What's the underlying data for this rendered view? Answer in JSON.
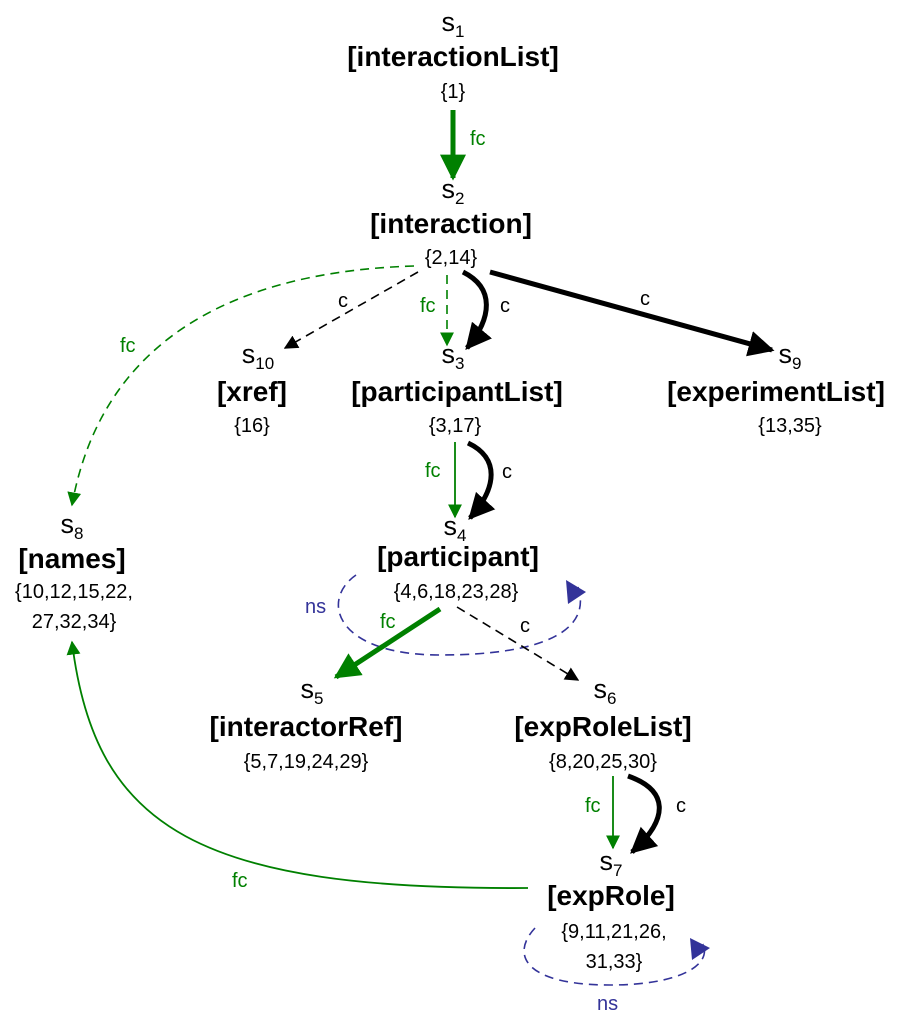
{
  "colors": {
    "fc": "#008000",
    "c": "#000000",
    "ns": "#333399"
  },
  "nodes": [
    {
      "id": "s1",
      "state": "s",
      "index": "1",
      "label": "[interactionList]",
      "set": "{1}"
    },
    {
      "id": "s2",
      "state": "s",
      "index": "2",
      "label": "[interaction]",
      "set": "{2,14}"
    },
    {
      "id": "s3",
      "state": "s",
      "index": "3",
      "label": "[participantList]",
      "set": "{3,17}"
    },
    {
      "id": "s4",
      "state": "s",
      "index": "4",
      "label": "[participant]",
      "set": "{4,6,18,23,28}"
    },
    {
      "id": "s5",
      "state": "s",
      "index": "5",
      "label": "[interactorRef]",
      "set": "{5,7,19,24,29}"
    },
    {
      "id": "s6",
      "state": "s",
      "index": "6",
      "label": "[expRoleList]",
      "set": "{8,20,25,30}"
    },
    {
      "id": "s7",
      "state": "s",
      "index": "7",
      "label": "[expRole]",
      "set_lines": [
        "{9,11,21,26,",
        "31,33}"
      ]
    },
    {
      "id": "s8",
      "state": "s",
      "index": "8",
      "label": "[names]",
      "set_lines": [
        "{10,12,15,22,",
        "27,32,34}"
      ]
    },
    {
      "id": "s9",
      "state": "s",
      "index": "9",
      "label": "[experimentList]",
      "set": "{13,35}"
    },
    {
      "id": "s10",
      "state": "s",
      "index": "10",
      "label": "[xref]",
      "set": "{16}"
    }
  ],
  "edges": [
    {
      "id": "e1",
      "from": "s1",
      "to": "s2",
      "label": "fc",
      "color": "#008000",
      "style": "solid",
      "weight": "heavy"
    },
    {
      "id": "e2",
      "from": "s2",
      "to": "s10",
      "label": "c",
      "color": "#000000",
      "style": "dashed",
      "weight": "thin"
    },
    {
      "id": "e3",
      "from": "s2",
      "to": "s3",
      "label": "fc",
      "color": "#008000",
      "style": "dashed",
      "weight": "thin"
    },
    {
      "id": "e4",
      "from": "s2",
      "to": "s3",
      "label": "c",
      "color": "#000000",
      "style": "solid",
      "weight": "heavy"
    },
    {
      "id": "e5",
      "from": "s2",
      "to": "s9",
      "label": "c",
      "color": "#000000",
      "style": "solid",
      "weight": "heavy"
    },
    {
      "id": "e6",
      "from": "s2",
      "to": "s8",
      "label": "fc",
      "color": "#008000",
      "style": "dashed",
      "weight": "thin"
    },
    {
      "id": "e7",
      "from": "s3",
      "to": "s4",
      "label": "fc",
      "color": "#008000",
      "style": "solid",
      "weight": "thin"
    },
    {
      "id": "e8",
      "from": "s3",
      "to": "s4",
      "label": "c",
      "color": "#000000",
      "style": "solid",
      "weight": "heavy"
    },
    {
      "id": "e9",
      "from": "s4",
      "to": "s4",
      "label": "ns",
      "color": "#333399",
      "style": "dashed",
      "weight": "thin"
    },
    {
      "id": "e10",
      "from": "s4",
      "to": "s5",
      "label": "fc",
      "color": "#008000",
      "style": "solid",
      "weight": "heavy"
    },
    {
      "id": "e11",
      "from": "s4",
      "to": "s6",
      "label": "c",
      "color": "#000000",
      "style": "dashed",
      "weight": "thin"
    },
    {
      "id": "e12",
      "from": "s6",
      "to": "s7",
      "label": "fc",
      "color": "#008000",
      "style": "solid",
      "weight": "thin"
    },
    {
      "id": "e13",
      "from": "s6",
      "to": "s7",
      "label": "c",
      "color": "#000000",
      "style": "solid",
      "weight": "heavy"
    },
    {
      "id": "e14",
      "from": "s7",
      "to": "s7",
      "label": "ns",
      "color": "#333399",
      "style": "dashed",
      "weight": "thin"
    },
    {
      "id": "e15",
      "from": "s7",
      "to": "s8",
      "label": "fc",
      "color": "#008000",
      "style": "solid",
      "weight": "thin"
    }
  ]
}
